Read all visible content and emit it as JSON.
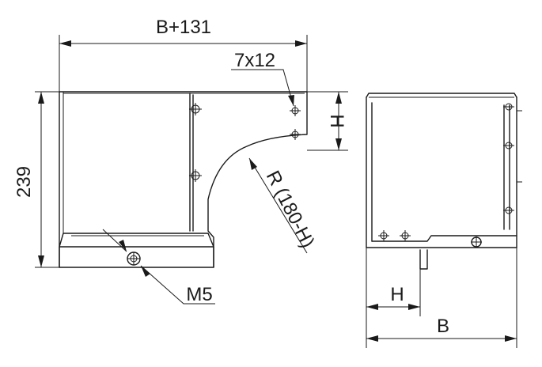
{
  "labels": {
    "top_width": "B+131",
    "hole_size": "7x12",
    "height_dim": "H",
    "overall_height": "239",
    "radius": "R (180-H)",
    "screw": "M5",
    "side_h": "H",
    "side_b": "B"
  }
}
